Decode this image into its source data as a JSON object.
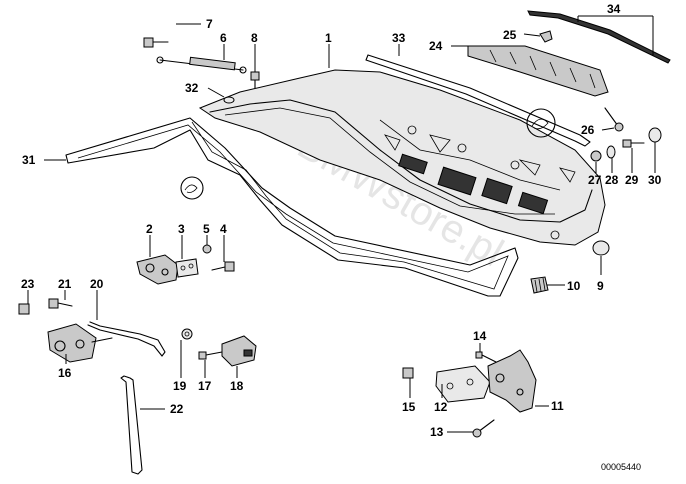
{
  "parts": [
    {
      "id": "p1",
      "label": "1"
    },
    {
      "id": "p2",
      "label": "2"
    },
    {
      "id": "p3",
      "label": "3"
    },
    {
      "id": "p4",
      "label": "4"
    },
    {
      "id": "p5",
      "label": "5"
    },
    {
      "id": "p6",
      "label": "6"
    },
    {
      "id": "p7",
      "label": "7"
    },
    {
      "id": "p8",
      "label": "8"
    },
    {
      "id": "p9",
      "label": "9"
    },
    {
      "id": "p10",
      "label": "10"
    },
    {
      "id": "p11",
      "label": "11"
    },
    {
      "id": "p12",
      "label": "12"
    },
    {
      "id": "p13",
      "label": "13"
    },
    {
      "id": "p14",
      "label": "14"
    },
    {
      "id": "p15",
      "label": "15"
    },
    {
      "id": "p16",
      "label": "16"
    },
    {
      "id": "p17",
      "label": "17"
    },
    {
      "id": "p18",
      "label": "18"
    },
    {
      "id": "p19",
      "label": "19"
    },
    {
      "id": "p20",
      "label": "20"
    },
    {
      "id": "p21",
      "label": "21"
    },
    {
      "id": "p22",
      "label": "22"
    },
    {
      "id": "p23",
      "label": "23"
    },
    {
      "id": "p24",
      "label": "24"
    },
    {
      "id": "p25",
      "label": "25"
    },
    {
      "id": "p26",
      "label": "26"
    },
    {
      "id": "p27",
      "label": "27"
    },
    {
      "id": "p28",
      "label": "28"
    },
    {
      "id": "p29",
      "label": "29"
    },
    {
      "id": "p30",
      "label": "30"
    },
    {
      "id": "p31",
      "label": "31"
    },
    {
      "id": "p32",
      "label": "32"
    },
    {
      "id": "p33",
      "label": "33"
    },
    {
      "id": "p34",
      "label": "34"
    }
  ],
  "watermark": "BMWstore.pl",
  "diagram_id": "00005440"
}
